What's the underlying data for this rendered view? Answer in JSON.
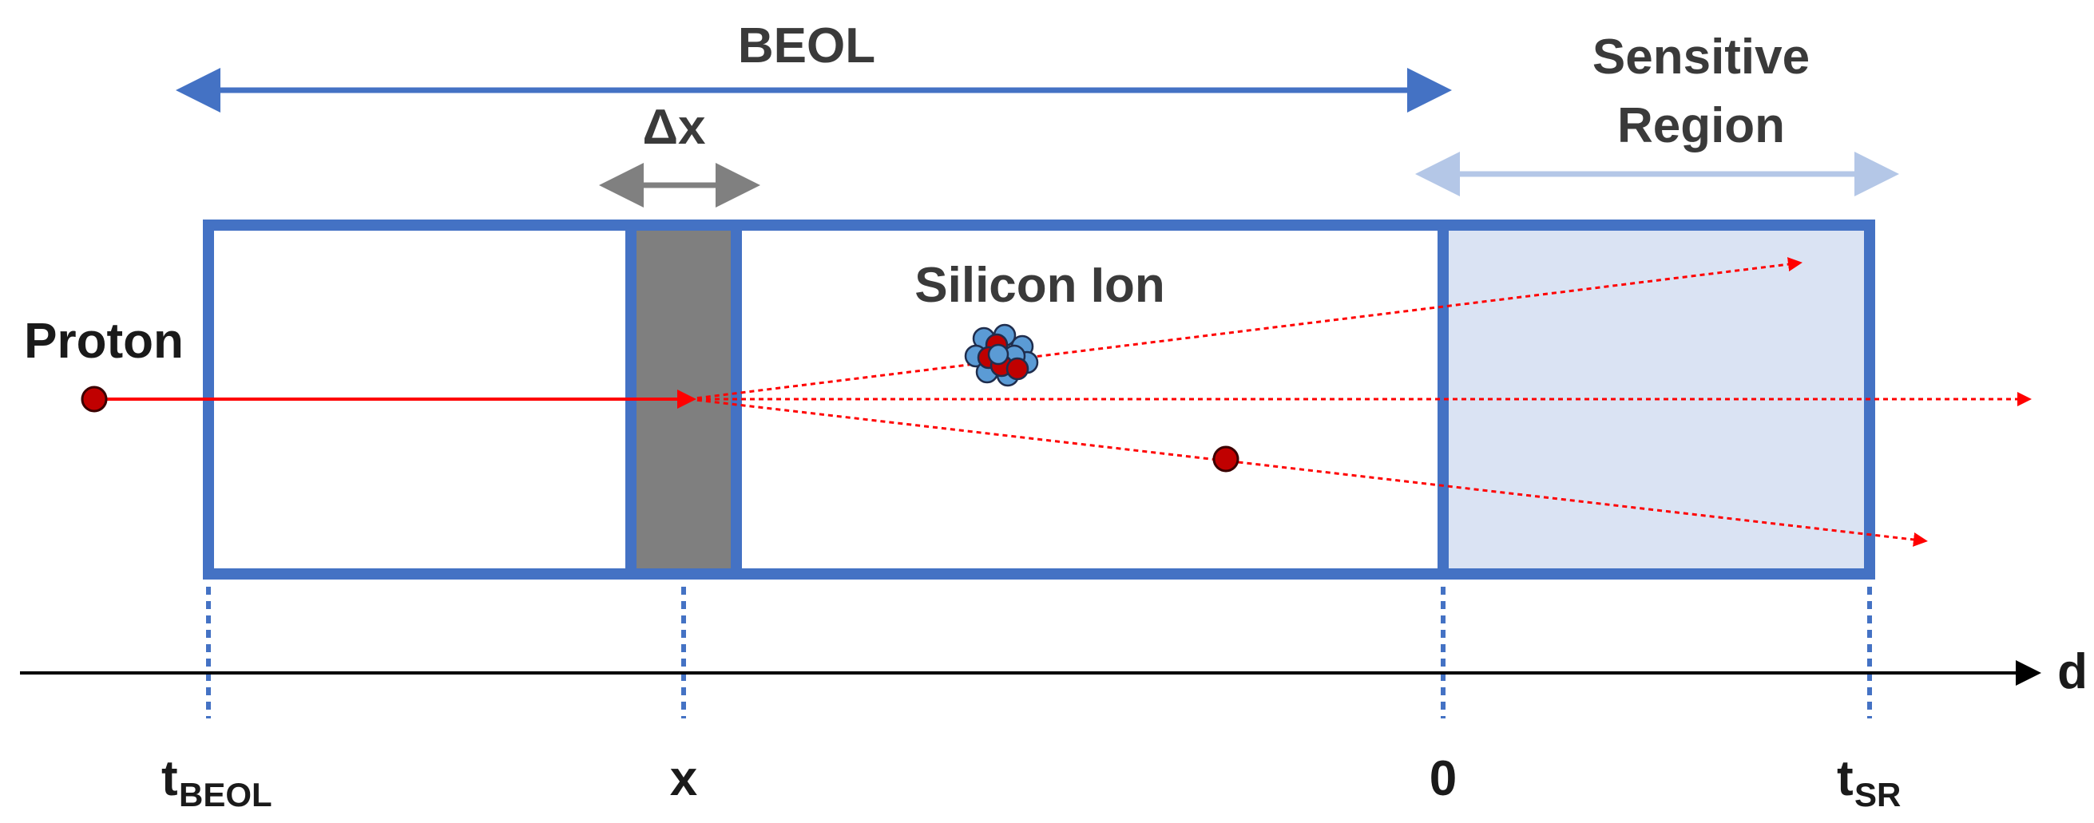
{
  "labels": {
    "beol": "BEOL",
    "sensitive_line1": "Sensitive",
    "sensitive_line2": "Region",
    "delta_x": "Δx",
    "silicon_ion": "Silicon Ion",
    "proton": "Proton",
    "axis_d": "d",
    "tick_tbeol_main": "t",
    "tick_tbeol_sub": "BEOL",
    "tick_x": "x",
    "tick_zero": "0",
    "tick_tsr_main": "t",
    "tick_tsr_sub": "SR"
  },
  "colors": {
    "beol_blue": "#4472c4",
    "sensitive_light_blue": "#b4c7e7",
    "sensitive_fill": "#dae3f3",
    "slab_gray": "#7f7f7f",
    "delta_arrow_gray": "#808080",
    "track_red": "#ff0000",
    "particle_red": "#c00000",
    "nucleus_blue": "#5b9bd5",
    "axis_black": "#000000"
  }
}
